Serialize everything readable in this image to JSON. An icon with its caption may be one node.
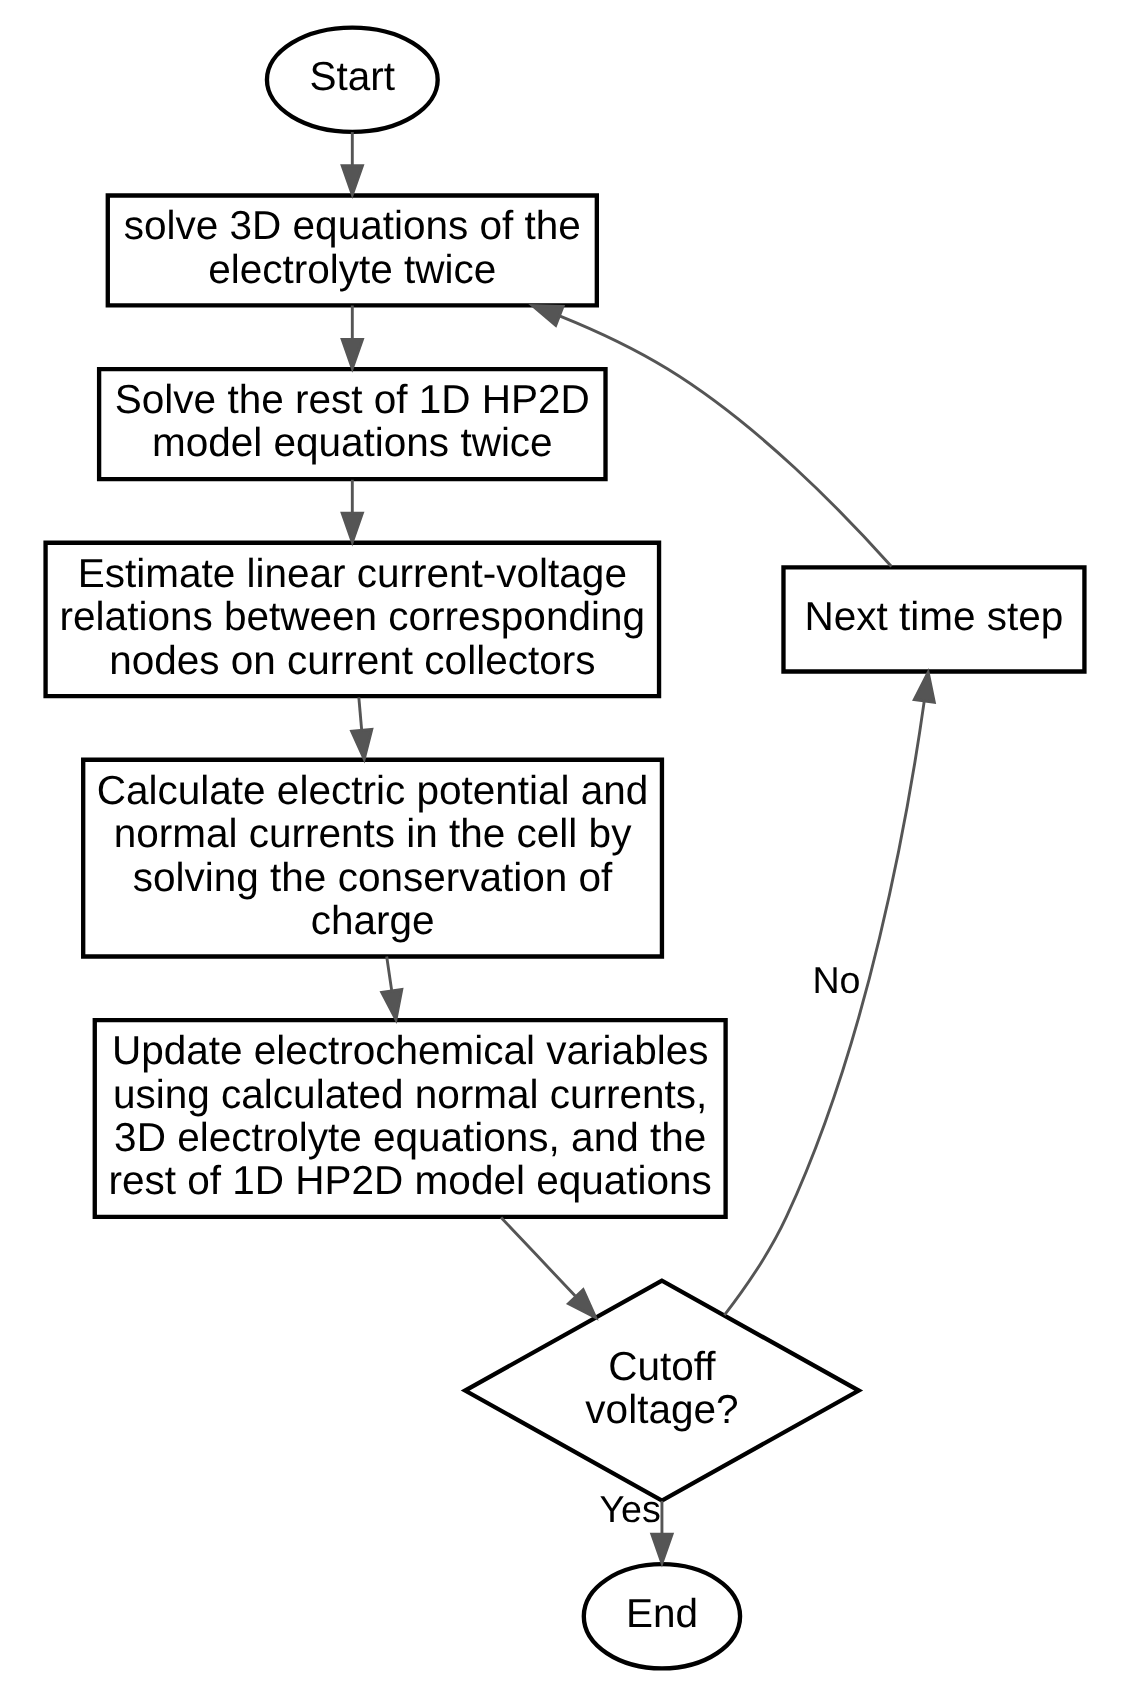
{
  "diagram": {
    "nodes": [
      {
        "text": [
          "Start"
        ]
      },
      {
        "text": [
          "solve 3D equations of the electrolyte twice"
        ]
      },
      {
        "text": [
          "Solve the rest of 1D HP2D model equations twice"
        ]
      },
      {
        "text": [
          "Estimate linear current-voltage relations between corresponding nodes on current collectors"
        ]
      },
      {
        "text": [
          "Calculate electric potential and normal currents in the cell by solving the conservation of charge"
        ]
      },
      {
        "text": [
          "Update electrochemical variables using calculated normal currents, 3D electrolyte equations, and the rest of 1D HP2D model equations"
        ]
      },
      {
        "text": [
          "Cutoff voltage?"
        ]
      },
      {
        "text": [
          "End"
        ]
      },
      {
        "text": [
          "Next time step"
        ]
      }
    ],
    "edges": [
      {
        "from": 0,
        "to": 1,
        "arrow": "to"
      },
      {
        "from": 1,
        "to": 2,
        "arrow": "to"
      },
      {
        "from": 2,
        "to": 3,
        "arrow": "to"
      },
      {
        "from": 3,
        "to": 4,
        "arrow": "to"
      },
      {
        "from": 4,
        "to": 5,
        "arrow": "to"
      },
      {
        "from": 5,
        "to": 6,
        "arrow": "to"
      },
      {
        "from": 6,
        "to": 7,
        "arrow": "to",
        "label": "Yes"
      },
      {
        "from": 6,
        "to": 8,
        "arrow": "to",
        "label": "No"
      },
      {
        "from": 8,
        "to": 1,
        "arrow": "to"
      }
    ]
  }
}
